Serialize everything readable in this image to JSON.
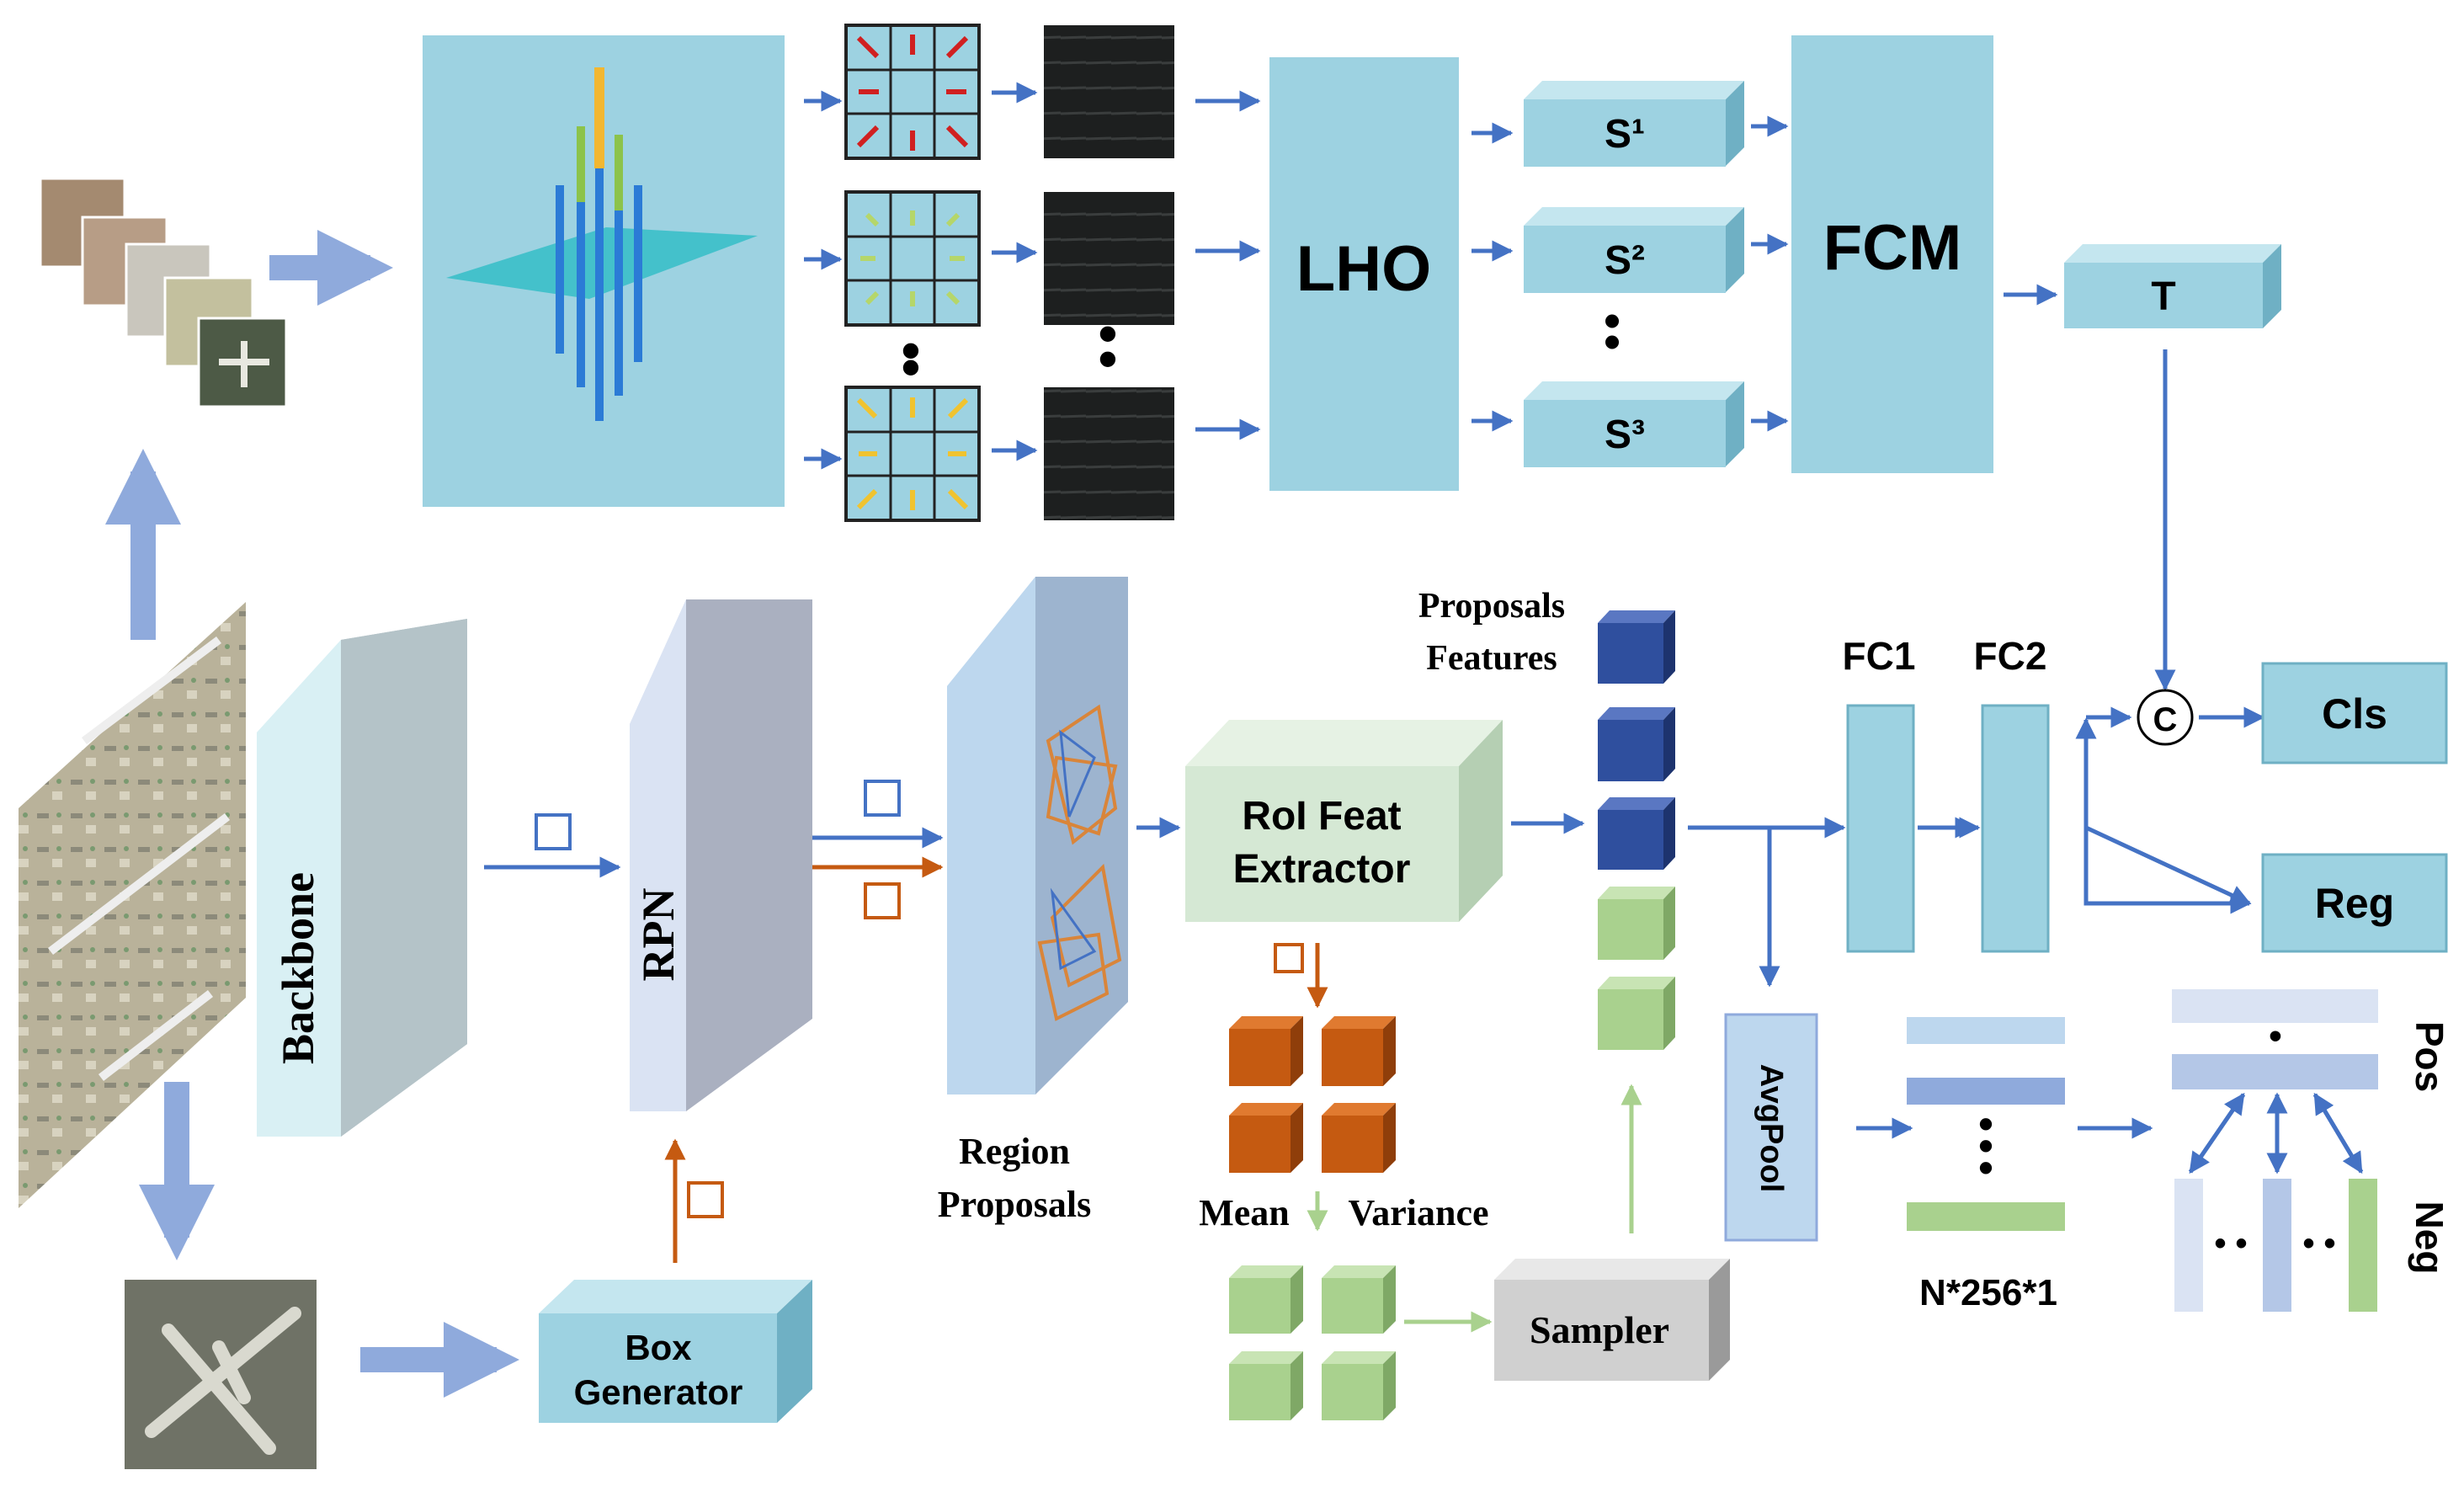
{
  "labels": {
    "lho": "LHO",
    "fcm": "FCM",
    "s1": "S¹",
    "s2": "S²",
    "s3": "S³",
    "t": "T",
    "backbone": "Backbone",
    "rpn": "RPN",
    "region_proposals_line1": "Region",
    "region_proposals_line2": "Proposals",
    "roi_line1": "RoI Feat",
    "roi_line2": "Extractor",
    "proposals_features_line1": "Proposals",
    "proposals_features_line2": "Features",
    "fc1": "FC1",
    "fc2": "FC2",
    "concat": "C",
    "cls": "Cls",
    "reg": "Reg",
    "avgpool": "AvgPool",
    "n256": "N*256*1",
    "pos": "Pos",
    "neg": "Neg",
    "mean": "Mean",
    "variance": "Variance",
    "sampler": "Sampler",
    "box_generator_line1": "Box",
    "box_generator_line2": "Generator",
    "dots": "•",
    "dots_pair": "• •"
  },
  "colors": {
    "light_blue_block": "#9dd2e1",
    "arrow_blue": "#4472c4",
    "arrow_light": "#8faadc",
    "orange": "#c55a11",
    "dark_blue_cube": "#2f4f9e",
    "green_cube": "#a9d18e",
    "roi_green": "#d5e8d4",
    "rpn_lavender": "#dae3f3",
    "backbone_cyan": "#d9f0f4"
  }
}
